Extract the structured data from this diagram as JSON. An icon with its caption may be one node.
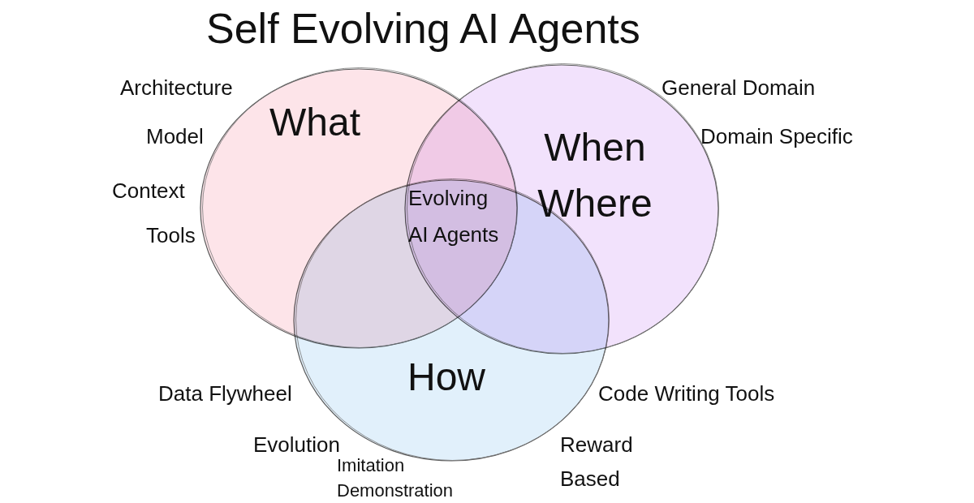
{
  "diagram": {
    "title": "Self Evolving AI Agents",
    "nodes": [
      {
        "text": [
          "What"
        ],
        "beside": [
          "Architecture",
          "Model",
          "Context",
          "Tools"
        ]
      },
      {
        "text": [
          "When Where"
        ],
        "beside": [
          "General Domain",
          "Domain Specific"
        ]
      },
      {
        "text": [
          "How"
        ],
        "beside": [
          "Data Flywheel",
          "Code Writing Tools",
          "Evolution",
          "Imitation Demonstration",
          "Reward Based"
        ]
      }
    ],
    "labels": [
      "Evolving AI Agents"
    ]
  }
}
